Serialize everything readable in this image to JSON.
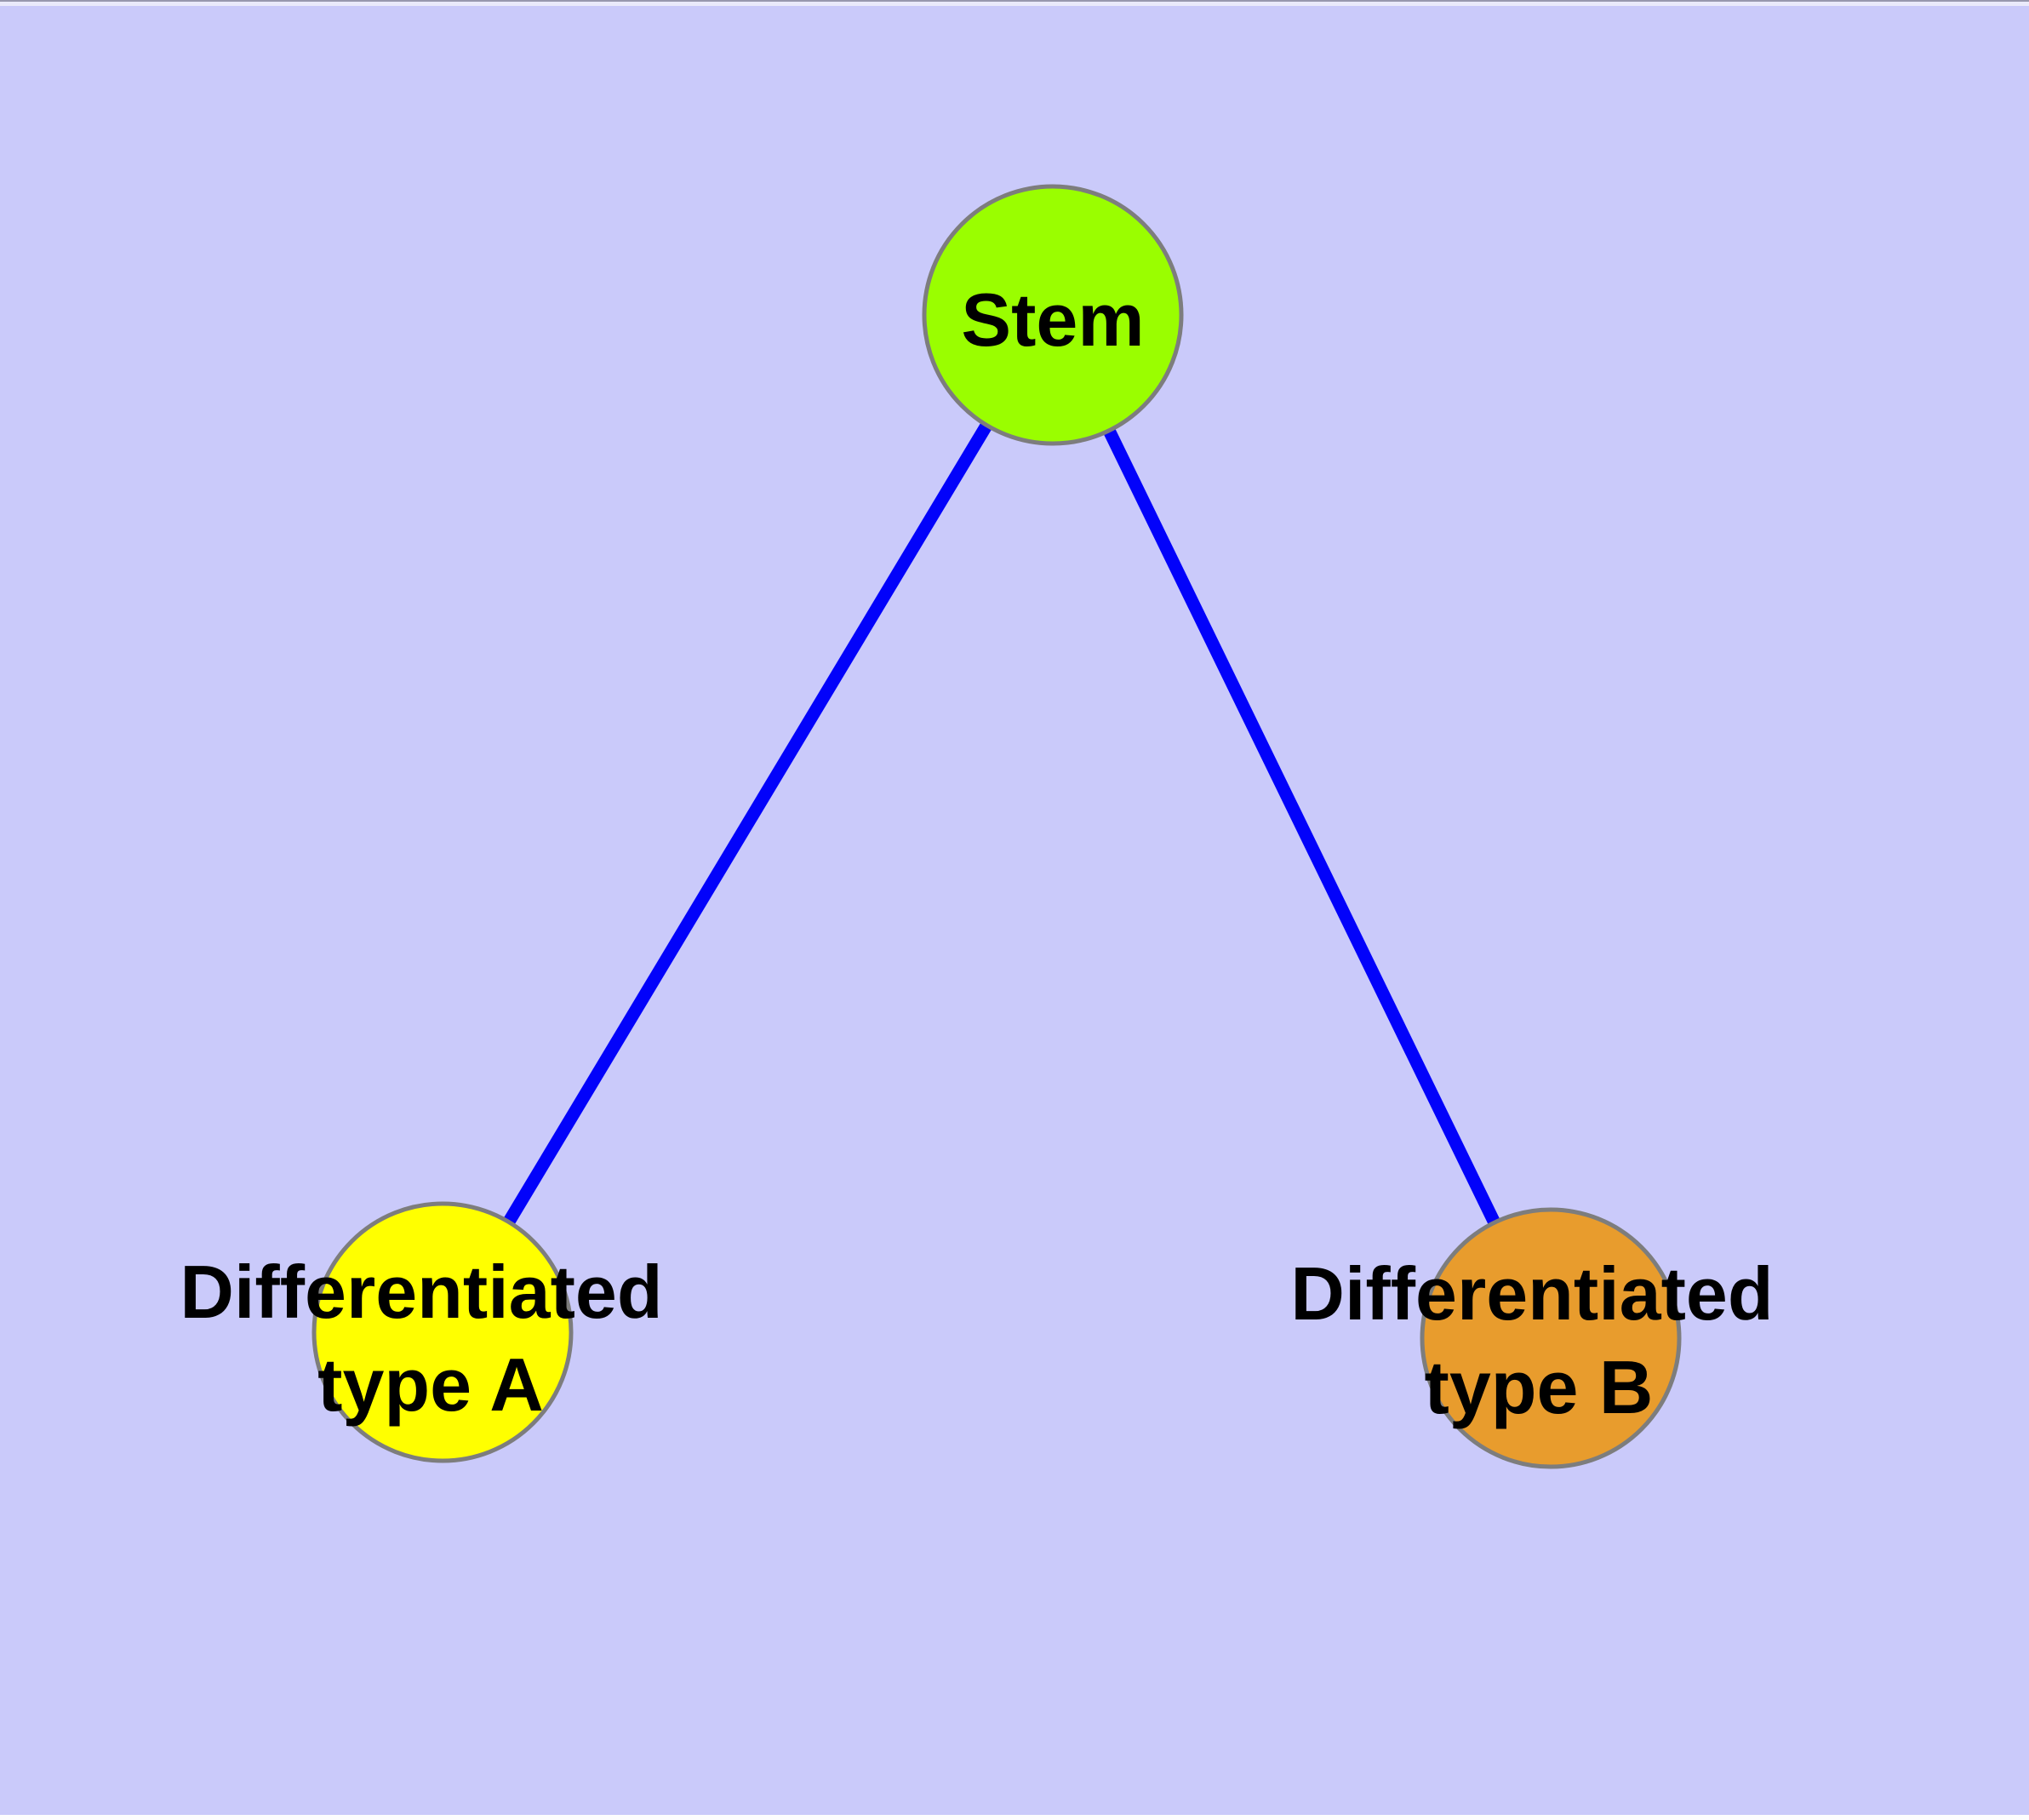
{
  "colors": {
    "background": "#CACAFA",
    "edge": "#0202FA",
    "node_border": "#7D7D7D",
    "label_text": "#000000",
    "window_edge_top_line": "#9898AE",
    "window_edge_top_strip": "#EAEAFB",
    "window_edge_bottom_strip": "#FDFDFE"
  },
  "nodes": [
    {
      "id": "stem",
      "label": "Stem",
      "label_lines": [
        "Stem"
      ],
      "fill": "#9AFE00"
    },
    {
      "id": "differentiated-type-a",
      "label": "Differentiated type A",
      "label_lines": [
        "Differentiated",
        "type A"
      ],
      "fill": "#FFFF00"
    },
    {
      "id": "differentiated-type-b",
      "label": "Differentiated type B",
      "label_lines": [
        "Differentiated",
        "type B"
      ],
      "fill": "#E89C2D"
    }
  ],
  "edges": [
    {
      "from": "stem",
      "to": "differentiated-type-a"
    },
    {
      "from": "stem",
      "to": "differentiated-type-b"
    }
  ]
}
